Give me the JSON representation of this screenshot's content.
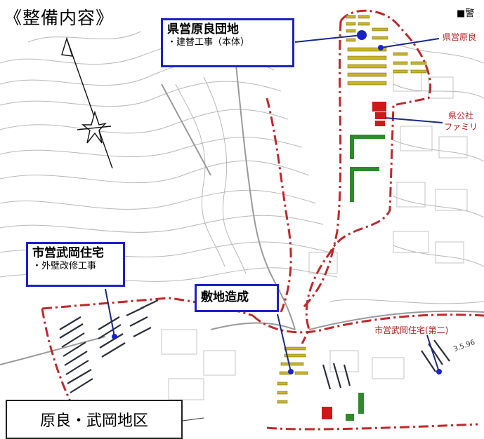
{
  "header": {
    "title": "《整備内容》",
    "top_right_fragment": "■警"
  },
  "callouts": {
    "hara_estate": {
      "title": "県営原良団地",
      "sub": "・建替工事（本体）"
    },
    "takeoka_city": {
      "title": "市営武岡住宅",
      "sub": "・外壁改修工事"
    },
    "site_prep": {
      "title": "敷地造成"
    }
  },
  "map_labels": {
    "hara_right": "県営原良",
    "kosha_line1": "県公社",
    "kosha_line2": "ファミリ",
    "takeoka_second": "市営武岡住宅(第二)",
    "number_label": "3.5.96"
  },
  "area_box": {
    "label": "原良・武岡地区"
  },
  "colors": {
    "callout_border": "#1a22c8",
    "boundary": "#c0282a",
    "yellow_bldg": "#c8b428",
    "red_bldg": "#d01818",
    "green_bldg": "#2e8a2a",
    "dark_bldg": "#2a2f3a"
  }
}
